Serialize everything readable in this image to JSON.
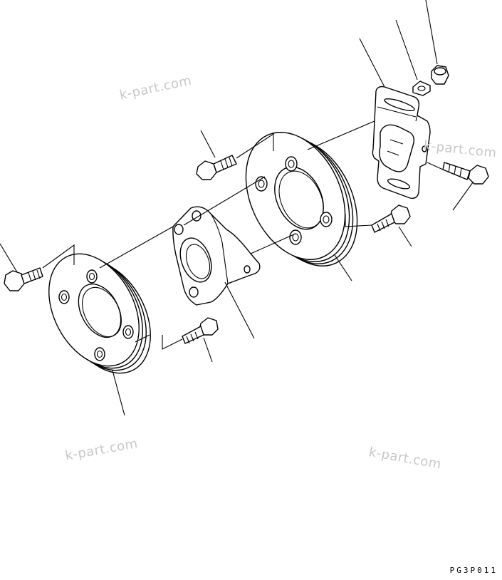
{
  "watermarks": [
    "k-part.com",
    "k-part.com",
    "k-part.com",
    "k-part.com"
  ],
  "drawing_code": "PG3P011",
  "colors": {
    "line": "#000000",
    "watermark": "#c8c8c8",
    "background": "#ffffff"
  }
}
